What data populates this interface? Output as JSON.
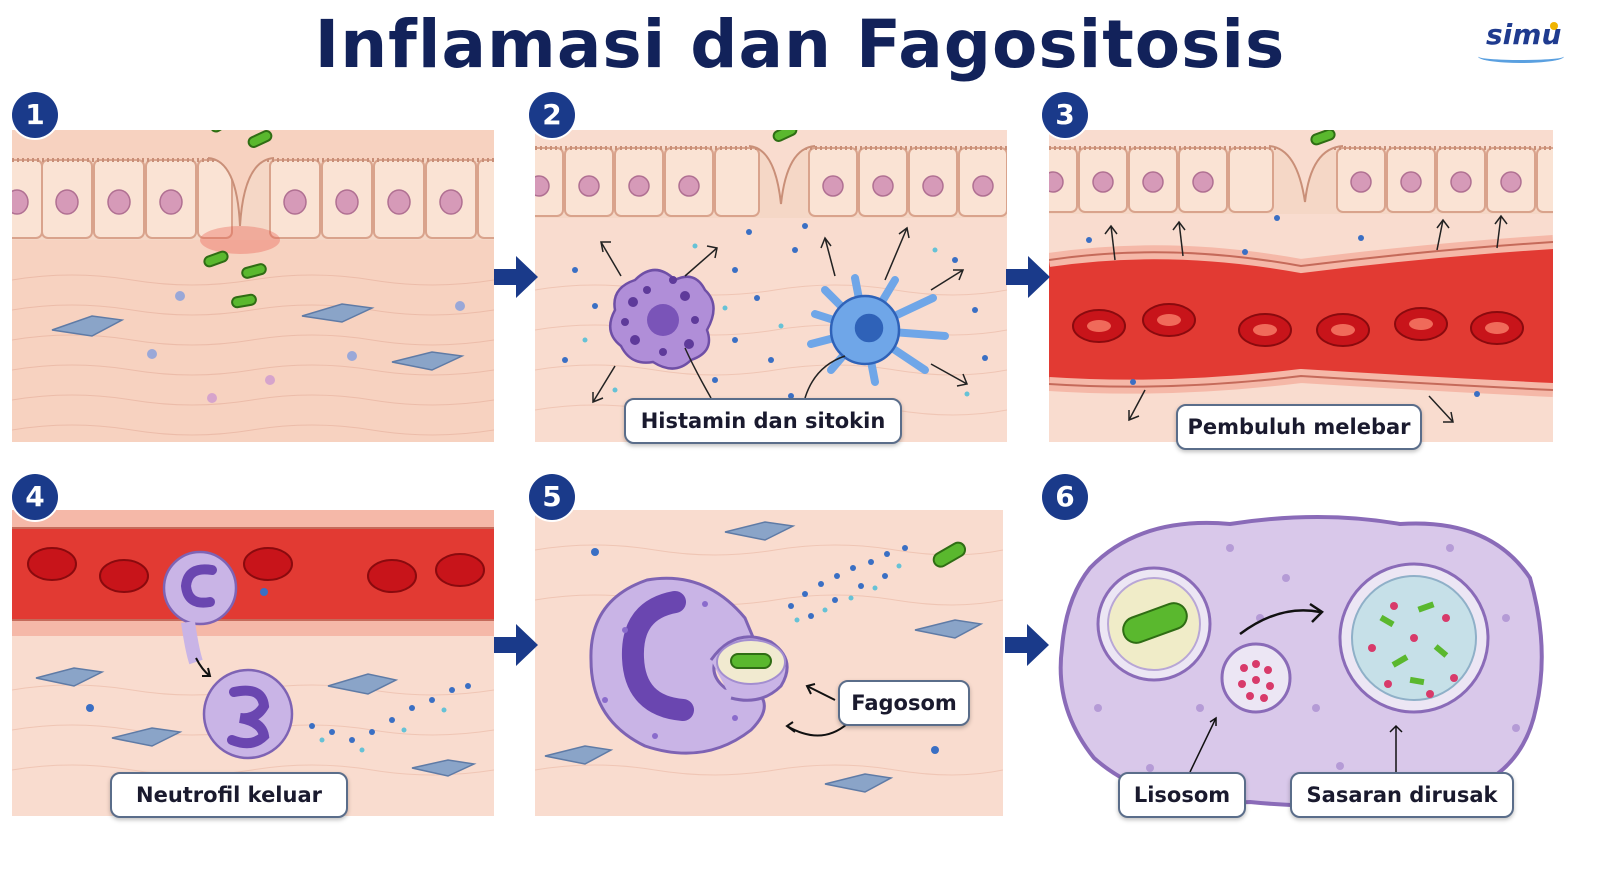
{
  "title": "Inflamasi dan Fagositosis",
  "logo": {
    "text": "simu"
  },
  "steps": [
    {
      "number": "1"
    },
    {
      "number": "2",
      "label": "Histamin dan sitokin"
    },
    {
      "number": "3",
      "label": "Pembuluh melebar"
    },
    {
      "number": "4",
      "label": "Neutrofil keluar"
    },
    {
      "number": "5",
      "label": "Fagosom"
    },
    {
      "number": "6",
      "labels": [
        "Lisosom",
        "Sasaran dirusak"
      ]
    }
  ],
  "colors": {
    "title": "#12225a",
    "badge": "#1a3a8a",
    "arrow": "#1a3a8a",
    "tissue": "#f7d5c4",
    "blood": "#d42a2a",
    "macrophage": "#9b7ed0",
    "bacteria": "#5ab82e"
  }
}
